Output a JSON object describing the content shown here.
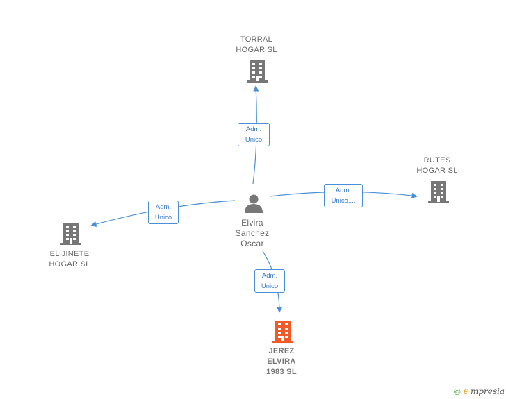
{
  "nodes": {
    "torral": {
      "label": "TORRAL\nHOGAR  SL",
      "color": "#777777",
      "icon": "building-icon"
    },
    "rutes": {
      "label": "RUTES\nHOGAR SL",
      "color": "#777777",
      "icon": "building-icon"
    },
    "jinete": {
      "label": "EL JINETE\nHOGAR  SL",
      "color": "#777777",
      "icon": "building-icon"
    },
    "jerez": {
      "label": "JEREZ\nELVIRA\n1983  SL",
      "color": "#f05a28",
      "icon": "building-icon"
    },
    "person": {
      "label": "Elvira\nSanchez\nOscar",
      "color": "#777777",
      "icon": "person-icon"
    }
  },
  "edges": {
    "torral": {
      "label": "Adm.\nUnico"
    },
    "rutes": {
      "label": "Adm.\nUnico,..."
    },
    "jinete": {
      "label": "Adm.\nUnico"
    },
    "jerez": {
      "label": "Adm.\nUnico"
    }
  },
  "edge_color": "#4a90d9",
  "brand": {
    "copyright": "©",
    "initial": "e",
    "rest": "mpresia"
  }
}
